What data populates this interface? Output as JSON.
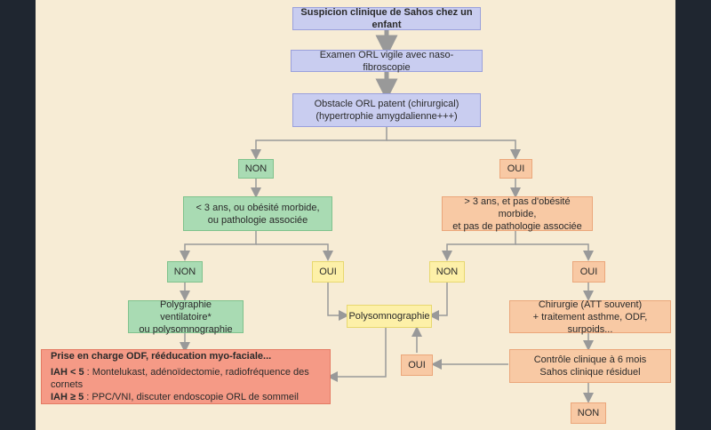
{
  "nodes": {
    "suspicion": "Suspicion clinique de Sahos chez un enfant",
    "exam": "Examen ORL vigile avec naso-fibroscopie",
    "obstacle_line1": "Obstacle ORL patent (chirurgical)",
    "obstacle_line2": "(hypertrophie amygdalienne+++)",
    "non_1": "NON",
    "oui_1": "OUI",
    "left_crit_line1": "< 3 ans, ou obésité morbide,",
    "left_crit_line2": "ou pathologie associée",
    "right_crit_line1": "> 3 ans, et pas d'obésité morbide,",
    "right_crit_line2": "et pas de pathologie associée",
    "non_2a": "NON",
    "oui_2a": "OUI",
    "non_2b": "NON",
    "oui_2b": "OUI",
    "polygraphie_line1": "Polygraphie ventilatoire*",
    "polygraphie_line2": "ou polysomnographie",
    "polysomnographie": "Polysomnographie",
    "chirurgie_line1": "Chirurgie (ATT souvent)",
    "chirurgie_line2": "+ traitement asthme, ODF, surpoids...",
    "controle_line1": "Contrôle clinique à 6 mois",
    "controle_line2": "Sahos clinique résiduel",
    "oui_3": "OUI",
    "non_3": "NON",
    "prise_title": "Prise en charge ODF, rééducation myo-faciale...",
    "prise_iah1_label": "IAH < 5",
    "prise_iah1_text": " : Montelukast, adénoïdectomie, radiofréquence des cornets",
    "prise_iah2_label": "IAH ≥ 5",
    "prise_iah2_text": " : PPC/VNI, discuter endoscopie ORL de sommeil"
  },
  "colors": {
    "purple": "#c9cdf0",
    "green": "#a9dbb3",
    "orange": "#f8c9a4",
    "yellow": "#fdf0a8",
    "red": "#f59a86",
    "arrow": "#999999"
  }
}
